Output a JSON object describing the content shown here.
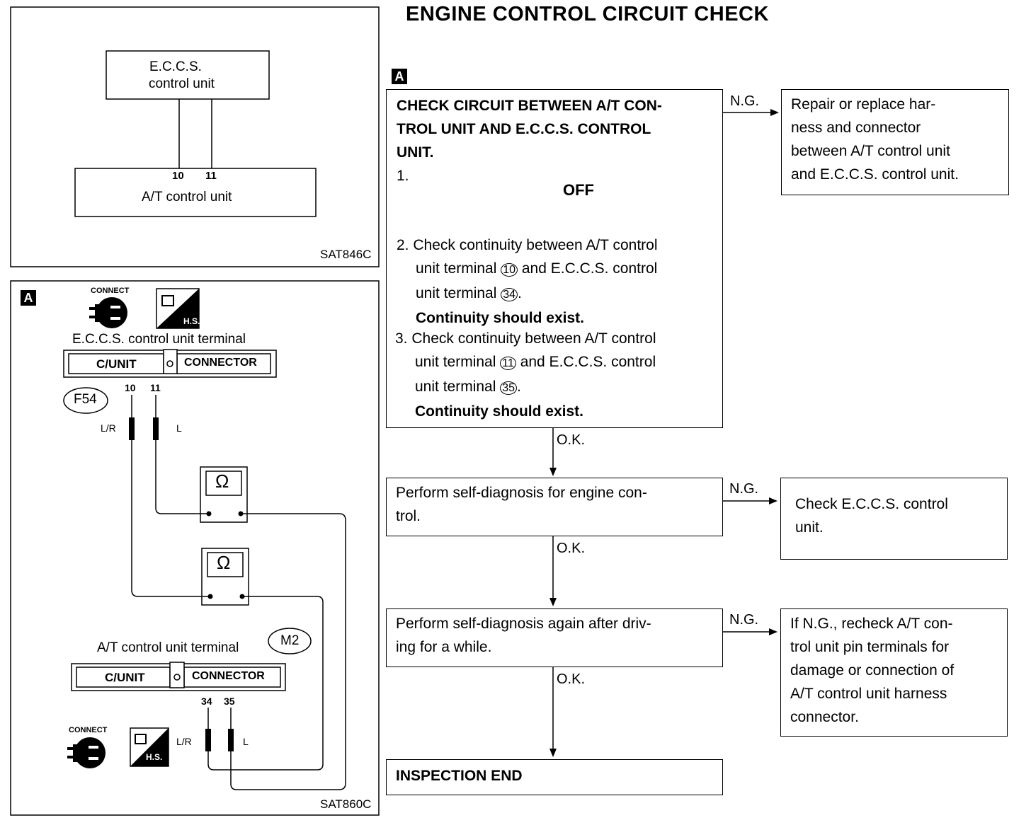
{
  "title": "ENGINE CONTROL CIRCUIT CHECK",
  "badge_letter": "A",
  "top_diagram": {
    "eccs_unit_line1": "E.C.C.S.",
    "eccs_unit_line2": "control unit",
    "at_unit": "A/T control unit",
    "pin_a": "10",
    "pin_b": "11",
    "code": "SAT846C"
  },
  "bottom_diagram": {
    "badge": "A",
    "connect_label": "CONNECT",
    "hs_label": "H.S.",
    "eccs_terminal_label": "E.C.C.S. control unit terminal",
    "c_unit_label": "C/UNIT",
    "connector_label": "CONNECTOR",
    "connector_f": "F54",
    "pin_10": "10",
    "pin_11": "11",
    "wire_lr": "L/R",
    "wire_l": "L",
    "ohm": "Ω",
    "at_terminal_label": "A/T control unit terminal",
    "connector_m": "M2",
    "pin_34": "34",
    "pin_35": "35",
    "code": "SAT860C"
  },
  "flow": {
    "step1": {
      "heading": [
        "CHECK CIRCUIT BETWEEN A/T CON-",
        "TROL UNIT AND E.C.C.S. CONTROL",
        "UNIT."
      ],
      "item1_num": "1.",
      "ignition": "OFF",
      "item2": {
        "num": "2.",
        "l1": "Check continuity between A/T control",
        "l2a": "unit terminal",
        "t1": "10",
        "l2b": "and E.C.C.S. control",
        "l3a": "unit terminal",
        "t2": "34",
        "l3b": ".",
        "result": "Continuity should exist."
      },
      "item3": {
        "num": "3.",
        "l1": "Check continuity between A/T control",
        "l2a": "unit terminal",
        "t1": "11",
        "l2b": "and E.C.C.S. control",
        "l3a": "unit terminal",
        "t2": "35",
        "l3b": ".",
        "result": "Continuity should exist."
      }
    },
    "ng": "N.G.",
    "ok": "O.K.",
    "ng1_text": [
      "Repair or replace har-",
      "ness and connector",
      "between A/T control unit",
      "and E.C.C.S. control unit."
    ],
    "step2_text": [
      "Perform self-diagnosis for engine con-",
      "trol."
    ],
    "ng2_text": [
      "Check E.C.C.S. control",
      "unit."
    ],
    "step3_text": [
      "Perform self-diagnosis again after driv-",
      "ing for a while."
    ],
    "ng3_text": [
      "If N.G., recheck A/T con-",
      "trol unit pin terminals for",
      "damage or connection of",
      "A/T control unit harness",
      "connector."
    ],
    "end_text": "INSPECTION END"
  }
}
